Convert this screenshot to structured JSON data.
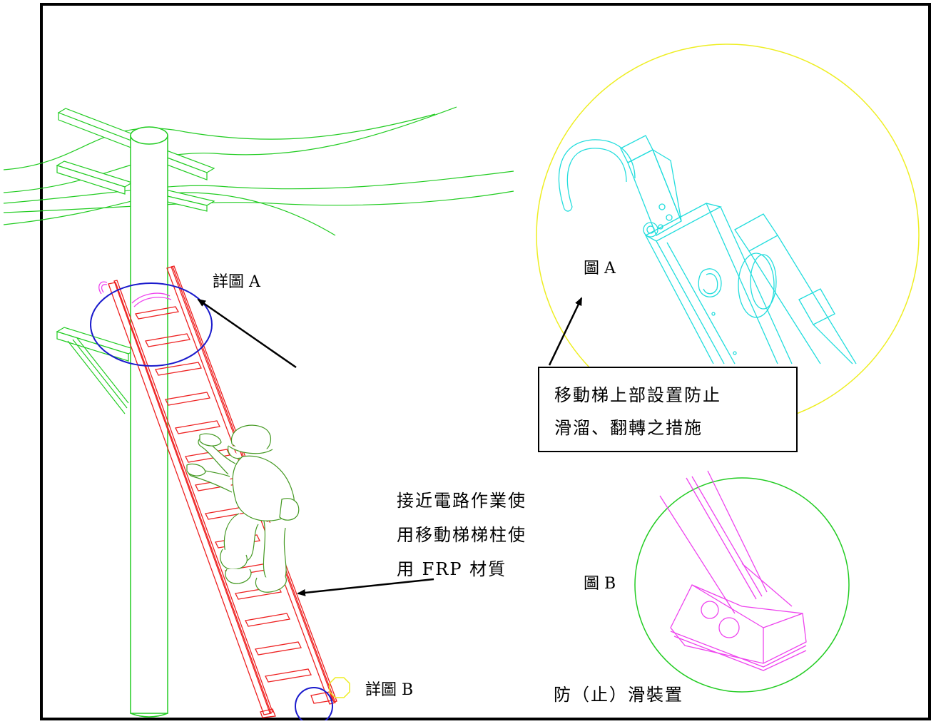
{
  "labels": {
    "detail_a": "詳圖 A",
    "detail_b": "詳圖 B",
    "fig_a": "圖 A",
    "fig_b": "圖 B",
    "anti_slip_device": "防（止）滑裝置"
  },
  "callout_box": {
    "line1": "移動梯上部設置防止",
    "line2": "滑溜、翻轉之措施"
  },
  "frp_note": {
    "line1": "接近電路作業使",
    "line2": "用移動梯梯柱使",
    "line3": "用 FRP 材質"
  },
  "colors": {
    "pole": "#22cc22",
    "ladder": "#ee2222",
    "detail_circle": "#1a1acc",
    "detail_a_drawing": "#22dddd",
    "detail_a_circle": "#eeee22",
    "detail_b_drawing": "#ee44ee",
    "detail_b_circle": "#22cc22",
    "worker": "#449922",
    "frame": "#000000"
  }
}
